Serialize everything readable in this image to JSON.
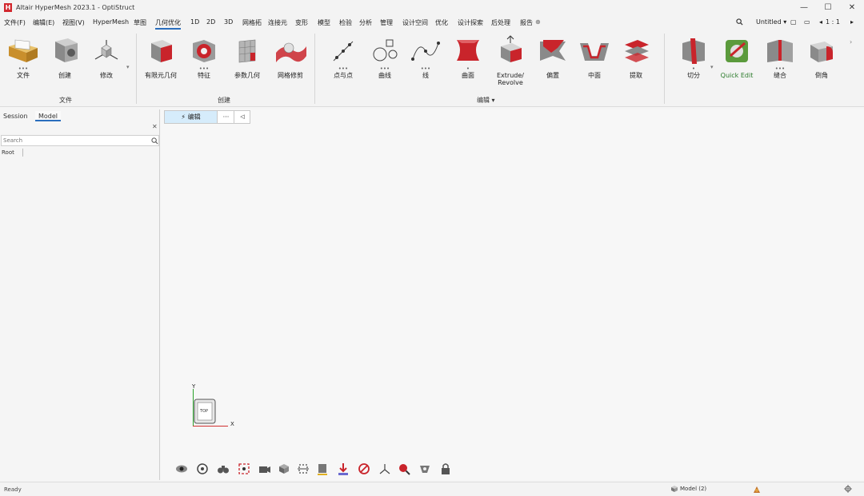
{
  "window": {
    "title": "Altair HyperMesh 2023.1 - OptiStruct",
    "logo": "H",
    "minimize": "—",
    "maximize": "☐",
    "close": "✕"
  },
  "menu": {
    "items": [
      "文件(F)",
      "编辑(E)",
      "视图(V)",
      "HyperMesh",
      "草图",
      "几何优化",
      "1D",
      "2D",
      "3D",
      "网格拓",
      "连接元",
      "变形",
      "模型",
      "检验",
      "分析",
      "管理",
      "设计空间",
      "优化",
      "设计探索",
      "后处理",
      "报告"
    ],
    "active_index": 5,
    "more": "⊕",
    "doc_name": "Untitled",
    "page_indicator": "1 : 1"
  },
  "ribbon": {
    "groups": [
      {
        "label": "文件",
        "tools": [
          {
            "label": "文件",
            "dots": "•••"
          },
          {
            "label": "创建",
            "dots": ""
          },
          {
            "label": "修改",
            "dots": ""
          }
        ]
      },
      {
        "label": "创建",
        "tools": [
          {
            "label": "有限元几何",
            "dots": ""
          },
          {
            "label": "特征",
            "dots": "•••"
          },
          {
            "label": "参数几何",
            "dots": ""
          },
          {
            "label": "网格修剪",
            "dots": ""
          }
        ]
      },
      {
        "label": "编辑",
        "tools": [
          {
            "label": "点与点",
            "dots": "•••"
          },
          {
            "label": "曲线",
            "dots": "•••"
          },
          {
            "label": "线",
            "dots": "•••"
          },
          {
            "label": "曲面",
            "dots": "•"
          },
          {
            "label": "Extrude/ Revolve",
            "dots": ""
          },
          {
            "label": "偏置",
            "dots": ""
          },
          {
            "label": "中面",
            "dots": ""
          },
          {
            "label": "提取",
            "dots": ""
          }
        ]
      },
      {
        "label": "",
        "tools": [
          {
            "label": "切分",
            "dots": "•"
          },
          {
            "label": "Quick Edit",
            "dots": ""
          },
          {
            "label": "缝合",
            "dots": "•••"
          },
          {
            "label": "倒角",
            "dots": ""
          }
        ]
      }
    ]
  },
  "left_panel": {
    "tabs": [
      "Session",
      "Model"
    ],
    "active_tab": 1,
    "close": "✕",
    "search_placeholder": "Search",
    "tree_root": "Root"
  },
  "viewport": {
    "mode_label": "⚡ 编辑",
    "mode_more": "···",
    "mode_collapse": "◁",
    "axis_y": "Y",
    "axis_x": "X",
    "viewcube_face": "TOP"
  },
  "status": {
    "text": "Ready",
    "model_label": "Model (2)"
  },
  "colors": {
    "accent": "#2a6ebd",
    "brand": "#d2282e",
    "tool_red": "#c9242b",
    "tool_gray": "#8a8a8a"
  }
}
